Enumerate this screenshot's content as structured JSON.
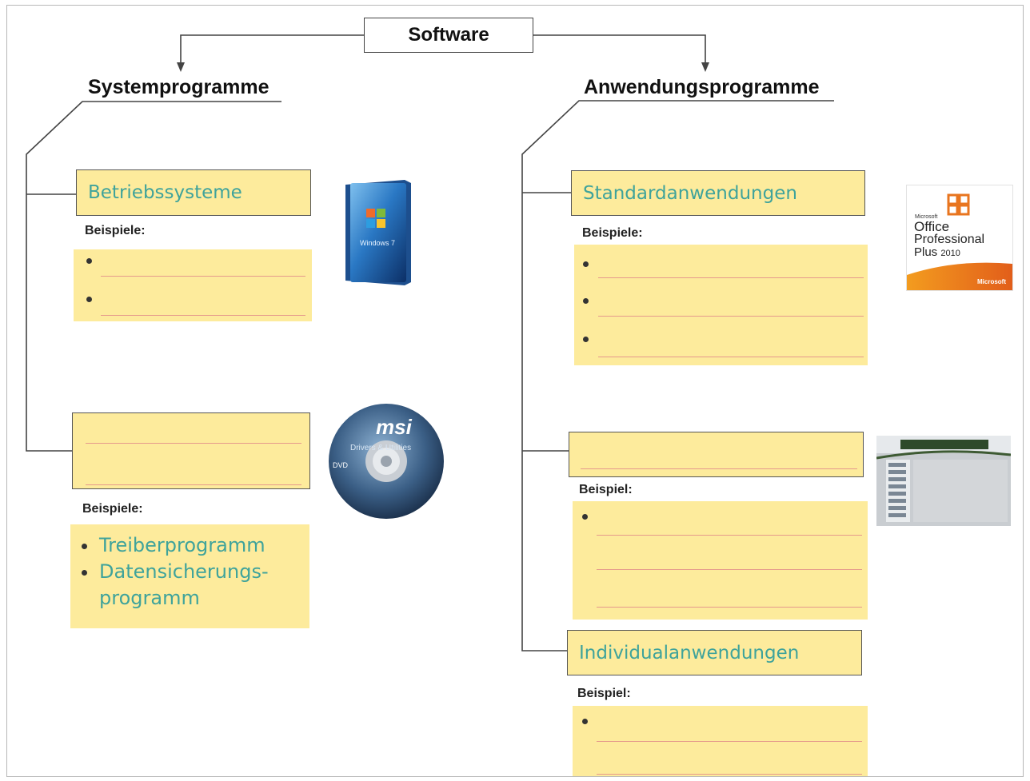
{
  "root": {
    "label": "Software"
  },
  "left_branch": {
    "heading": "Systemprogramme",
    "categories": [
      {
        "title": "Betriebssysteme",
        "hint": "Beispiele:",
        "examples": [
          "",
          ""
        ],
        "image": {
          "name": "windows7-box-image",
          "text": "Windows 7"
        }
      },
      {
        "title": "",
        "hint": "Beispiele:",
        "examples": [
          "Treiberprogramm",
          "Datensicherungs-",
          "programm"
        ],
        "image": {
          "name": "msi-driver-disc-image",
          "text": "MSI"
        }
      }
    ]
  },
  "right_branch": {
    "heading": "Anwendungsprogramme",
    "categories": [
      {
        "title": "Standardanwendungen",
        "hint": "Beispiele:",
        "examples": [
          "",
          "",
          ""
        ],
        "image": {
          "name": "office-2010-box-image",
          "brand": "Microsoft",
          "line1": "Office",
          "line2": "Professional",
          "line3": "Plus",
          "year": "2010"
        }
      },
      {
        "title": "",
        "hint": "Beispiel:",
        "examples": [
          ""
        ],
        "image": {
          "name": "industry-software-screenshot-image"
        }
      },
      {
        "title": "Individualanwendungen",
        "hint": "Beispiel:",
        "examples": [
          ""
        ]
      }
    ]
  },
  "colors": {
    "box_fill": "#fdeb9c",
    "title_text": "#3fa39b",
    "ruled_line": "#e59a8c",
    "connector": "#444444"
  }
}
